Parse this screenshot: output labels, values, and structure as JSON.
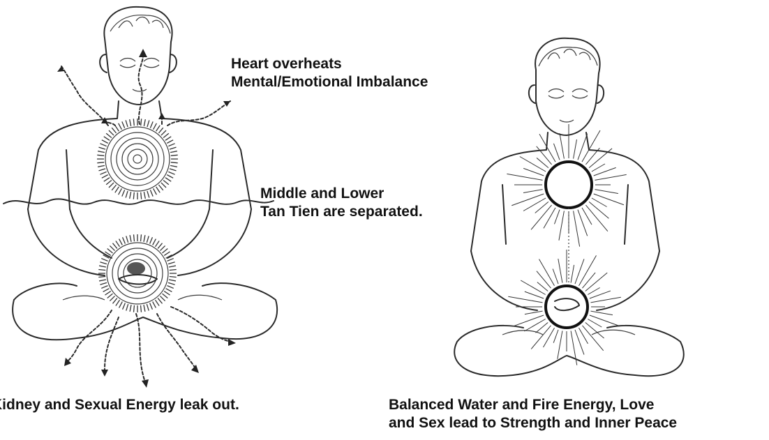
{
  "left_figure": {
    "annotation_top": [
      "Heart overheats",
      "Mental/Emotional Imbalance"
    ],
    "annotation_middle": [
      "Middle and Lower",
      "Tan Tien are separated."
    ],
    "caption": "Kidney and Sexual Energy leak out."
  },
  "right_figure": {
    "caption": [
      "Balanced Water and Fire Energy, Love",
      "and Sex lead to Strength and Inner Peace"
    ]
  }
}
